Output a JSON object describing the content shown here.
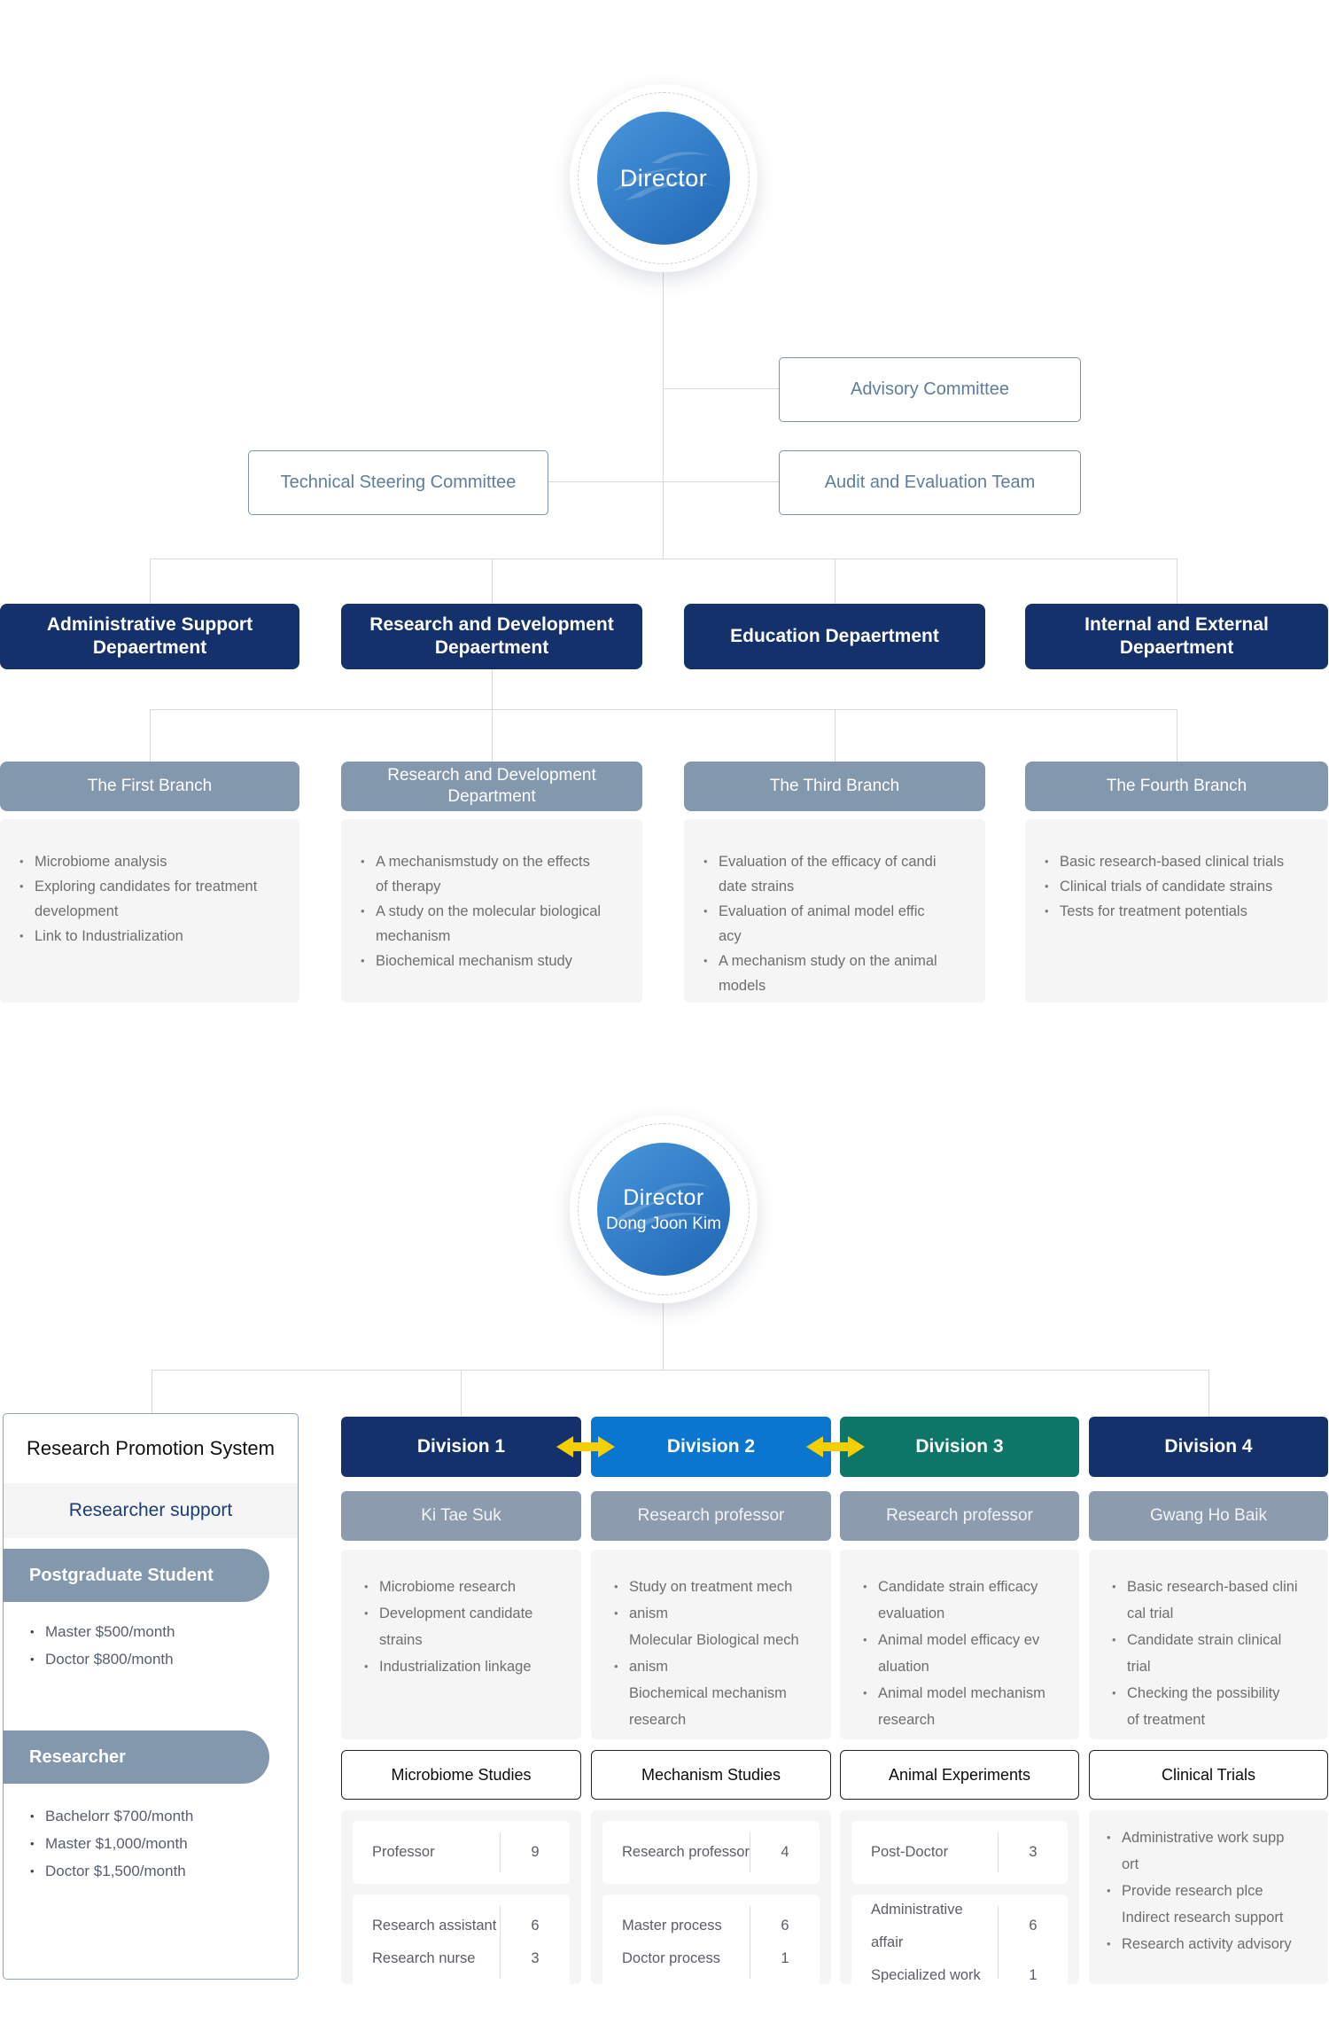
{
  "colors": {
    "navy": "#14316b",
    "blue": "#0b76cf",
    "teal": "#0e7668",
    "branch_header": "#8397ad",
    "sub_header": "#8d9bae",
    "content_bg": "#f5f5f5",
    "connector_line": "#d9d9d9",
    "committee_text": "#5f7d9c",
    "committee_border": "#7b93ad",
    "bullet_text": "#6e6e6e",
    "arrow": "#f6cf00",
    "circle_gradient_start": "#4897dc",
    "circle_gradient_end": "#2065b3",
    "support_text": "#1b3e78"
  },
  "top": {
    "director": {
      "label": "Director"
    },
    "committees": {
      "advisory": "Advisory Committee",
      "technical": "Technical Steering Committee",
      "audit": "Audit and Evaluation Team"
    },
    "departments": [
      {
        "name": "Administrative Support Depaertment"
      },
      {
        "name": "Research and Development Depaertment"
      },
      {
        "name": "Education Depaertment"
      },
      {
        "name": "Internal and External Depaertment"
      }
    ],
    "branches": [
      {
        "title": "The First Branch",
        "lines": [
          {
            "b": true,
            "t": "Microbiome analysis"
          },
          {
            "b": true,
            "t": "Exploring candidates for treatment"
          },
          {
            "b": false,
            "t": "development"
          },
          {
            "b": true,
            "t": "Link to Industrialization"
          }
        ]
      },
      {
        "title": "Research and Development Department",
        "lines": [
          {
            "b": true,
            "t": "A mechanismstudy on the effects"
          },
          {
            "b": false,
            "t": "of therapy"
          },
          {
            "b": true,
            "t": "A study on the molecular biological"
          },
          {
            "b": false,
            "t": "mechanism"
          },
          {
            "b": true,
            "t": "Biochemical mechanism study"
          }
        ]
      },
      {
        "title": "The Third Branch",
        "lines": [
          {
            "b": true,
            "t": "Evaluation of the efficacy of candi"
          },
          {
            "b": false,
            "t": "date strains"
          },
          {
            "b": true,
            "t": "Evaluation of animal model effic"
          },
          {
            "b": false,
            "t": "acy"
          },
          {
            "b": true,
            "t": "A mechanism study on the animal"
          },
          {
            "b": false,
            "t": "models"
          }
        ]
      },
      {
        "title": "The Fourth Branch",
        "lines": [
          {
            "b": true,
            "t": "Basic research-based clinical trials"
          },
          {
            "b": true,
            "t": "Clinical trials of candidate strains"
          },
          {
            "b": true,
            "t": "Tests for treatment potentials"
          }
        ]
      }
    ]
  },
  "bottom": {
    "director": {
      "label": "Director",
      "name": "Dong Joon Kim"
    },
    "promotion": {
      "title": "Research Promotion System",
      "subtitle": "Researcher support",
      "groups": [
        {
          "pill": "Postgraduate Student",
          "lines": [
            {
              "b": true,
              "t": "Master $500/month"
            },
            {
              "b": true,
              "t": "Doctor $800/month"
            }
          ]
        },
        {
          "pill": "Researcher",
          "lines": [
            {
              "b": true,
              "t": "Bachelorr $700/month"
            },
            {
              "b": true,
              "t": "Master $1,000/month"
            },
            {
              "b": true,
              "t": "Doctor $1,500/month"
            }
          ]
        }
      ]
    },
    "divisions": [
      {
        "name": "Division 1",
        "color": "#14316b",
        "head": "Ki Tae Suk",
        "study": "Microbiome Studies",
        "lines": [
          {
            "b": true,
            "t": "Microbiome research"
          },
          {
            "b": true,
            "t": "Development candidate"
          },
          {
            "b": false,
            "t": "strains"
          },
          {
            "b": true,
            "t": "Industrialization linkage"
          }
        ],
        "cards": [
          {
            "rows": [
              {
                "label": "Professor",
                "value": "9"
              }
            ]
          },
          {
            "rows": [
              {
                "label": "Research assistant",
                "value": "6"
              },
              {
                "label": "Research nurse",
                "value": "3"
              }
            ]
          }
        ]
      },
      {
        "name": "Division 2",
        "color": "#0b76cf",
        "head": "Research professor",
        "study": "Mechanism Studies",
        "lines": [
          {
            "b": true,
            "t": "Study on treatment mech"
          },
          {
            "b": true,
            "t": "anism"
          },
          {
            "b": false,
            "t": "Molecular Biological mech"
          },
          {
            "b": true,
            "t": "anism"
          },
          {
            "b": false,
            "t": "Biochemical mechanism"
          },
          {
            "b": false,
            "t": "research"
          }
        ],
        "cards": [
          {
            "rows": [
              {
                "label": "Research professor",
                "value": "4"
              }
            ]
          },
          {
            "rows": [
              {
                "label": "Master process",
                "value": "6"
              },
              {
                "label": "Doctor process",
                "value": "1"
              }
            ]
          }
        ]
      },
      {
        "name": "Division 3",
        "color": "#0e7668",
        "head": "Research professor",
        "study": "Animal Experiments",
        "lines": [
          {
            "b": true,
            "t": "Candidate strain efficacy"
          },
          {
            "b": false,
            "t": "evaluation"
          },
          {
            "b": true,
            "t": "Animal model efficacy ev"
          },
          {
            "b": false,
            "t": "aluation"
          },
          {
            "b": true,
            "t": "Animal model mechanism"
          },
          {
            "b": false,
            "t": "research"
          }
        ],
        "cards": [
          {
            "rows": [
              {
                "label": "Post-Doctor",
                "value": "3"
              }
            ]
          },
          {
            "rows": [
              {
                "label": "Administrative affair",
                "value": "6"
              },
              {
                "label": "Specialized work",
                "value": "1"
              }
            ]
          }
        ]
      },
      {
        "name": "Division 4",
        "color": "#14316b",
        "head": "Gwang Ho Baik",
        "study": "Clinical Trials",
        "lines": [
          {
            "b": true,
            "t": "Basic research-based clini"
          },
          {
            "b": false,
            "t": "cal trial"
          },
          {
            "b": true,
            "t": "Candidate strain clinical"
          },
          {
            "b": false,
            "t": "trial"
          },
          {
            "b": true,
            "t": "Checking the possibility"
          },
          {
            "b": false,
            "t": "of treatment"
          }
        ],
        "notes": [
          {
            "b": true,
            "t": "Administrative work supp"
          },
          {
            "b": false,
            "t": "ort"
          },
          {
            "b": true,
            "t": "Provide research plce"
          },
          {
            "b": false,
            "t": "Indirect research support"
          },
          {
            "b": true,
            "t": "Research activity advisory"
          }
        ]
      }
    ]
  }
}
